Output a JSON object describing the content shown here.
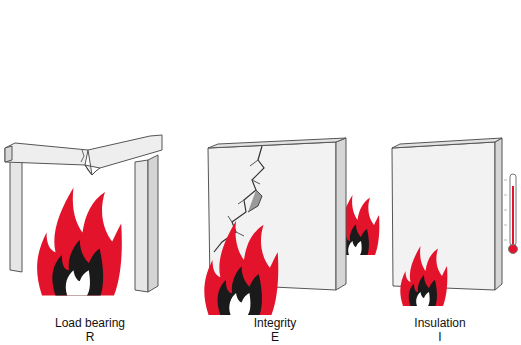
{
  "diagram": {
    "labels": [
      "Load bearing",
      "R",
      "Integrity",
      "E",
      "Insulation",
      "I"
    ]
  }
}
